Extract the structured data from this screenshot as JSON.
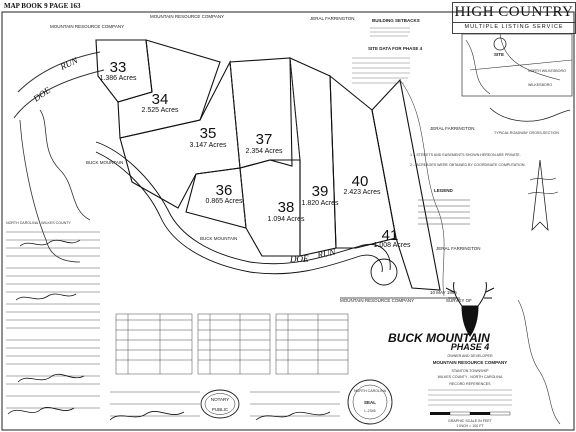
{
  "header": {
    "map_book": "MAP BOOK",
    "map_book_num": "9",
    "page_label": "PAGE",
    "page_num": "163"
  },
  "brand": {
    "title": "HIGH COUNTRY",
    "subtitle": "MULTIPLE LISTING SERVICE"
  },
  "lots": [
    {
      "id": "33",
      "acres": "1.386 Acres"
    },
    {
      "id": "34",
      "acres": "2.525 Acres"
    },
    {
      "id": "35",
      "acres": "3.147 Acres"
    },
    {
      "id": "36",
      "acres": "0.865 Acres"
    },
    {
      "id": "37",
      "acres": "2.354 Acres"
    },
    {
      "id": "38",
      "acres": "1.094 Acres"
    },
    {
      "id": "39",
      "acres": "1.820 Acres"
    },
    {
      "id": "40",
      "acres": "2.423 Acres"
    },
    {
      "id": "41",
      "acres": "1.008 Acres"
    }
  ],
  "roads": {
    "doe_run_left": "DOE",
    "doe_run_left2": "RUN",
    "doe_run_bottom": "DOE",
    "doe_run_bottom2": "RUN"
  },
  "owners": {
    "top_left": "MOUNTAIN RESOURCE COMPANY",
    "top_mid": "MOUNTAIN RESOURCE COMPANY",
    "right_top": "JERAL FARRINGTON",
    "right_mid": "JERAL FARRINGTON",
    "right_bottom": "JERAL FARRINGTON",
    "bottom": "MOUNTAIN RESOURCE COMPANY",
    "left_mid": "BUCK MOUNTAIN",
    "left_low": "BUCK MOUNTAIN"
  },
  "notes": {
    "setbacks": "BUILDING SETBACKS",
    "site_data": "SITE DATA FOR PHASE 4",
    "roadway": "TYPICAL ROADWAY CROSS-SECTION",
    "note1": "1 -- STREETS AND EASEMENTS SHOWN HEREON ARE PRIVATE.",
    "note2": "2 -- ACREAGES WERE OBTAINED BY COORDINATE COMPUTATION.",
    "legend": "LEGEND",
    "vicinity_north": "NORTH WILKESBORO",
    "vicinity_wilkes": "WILKESBORO",
    "site": "SITE",
    "date": "10 MAY 1996",
    "survey_of": "SURVEY OF",
    "nc_cert": "NORTH CAROLINA - WILKES COUNTY"
  },
  "title_block": {
    "name": "BUCK MOUNTAIN",
    "phase": "PHASE 4",
    "owner_label": "OWNER AND DEVELOPER",
    "owner": "MOUNTAIN RESOURCE COMPANY",
    "township": "STANTON TOWNSHIP",
    "county": "WILKES COUNTY , NORTH CAROLINA",
    "record": "RECORD REFERENCES",
    "graphic_scale": "GRAPHIC SCALE IN FEET",
    "scale_ratio": "1 INCH = 100 FT"
  },
  "seals": {
    "notary_top": "NOTARY",
    "notary_bottom": "PUBLIC",
    "nc": "NORTH CAROLINA",
    "seal": "SEAL",
    "num": "L-2346"
  }
}
